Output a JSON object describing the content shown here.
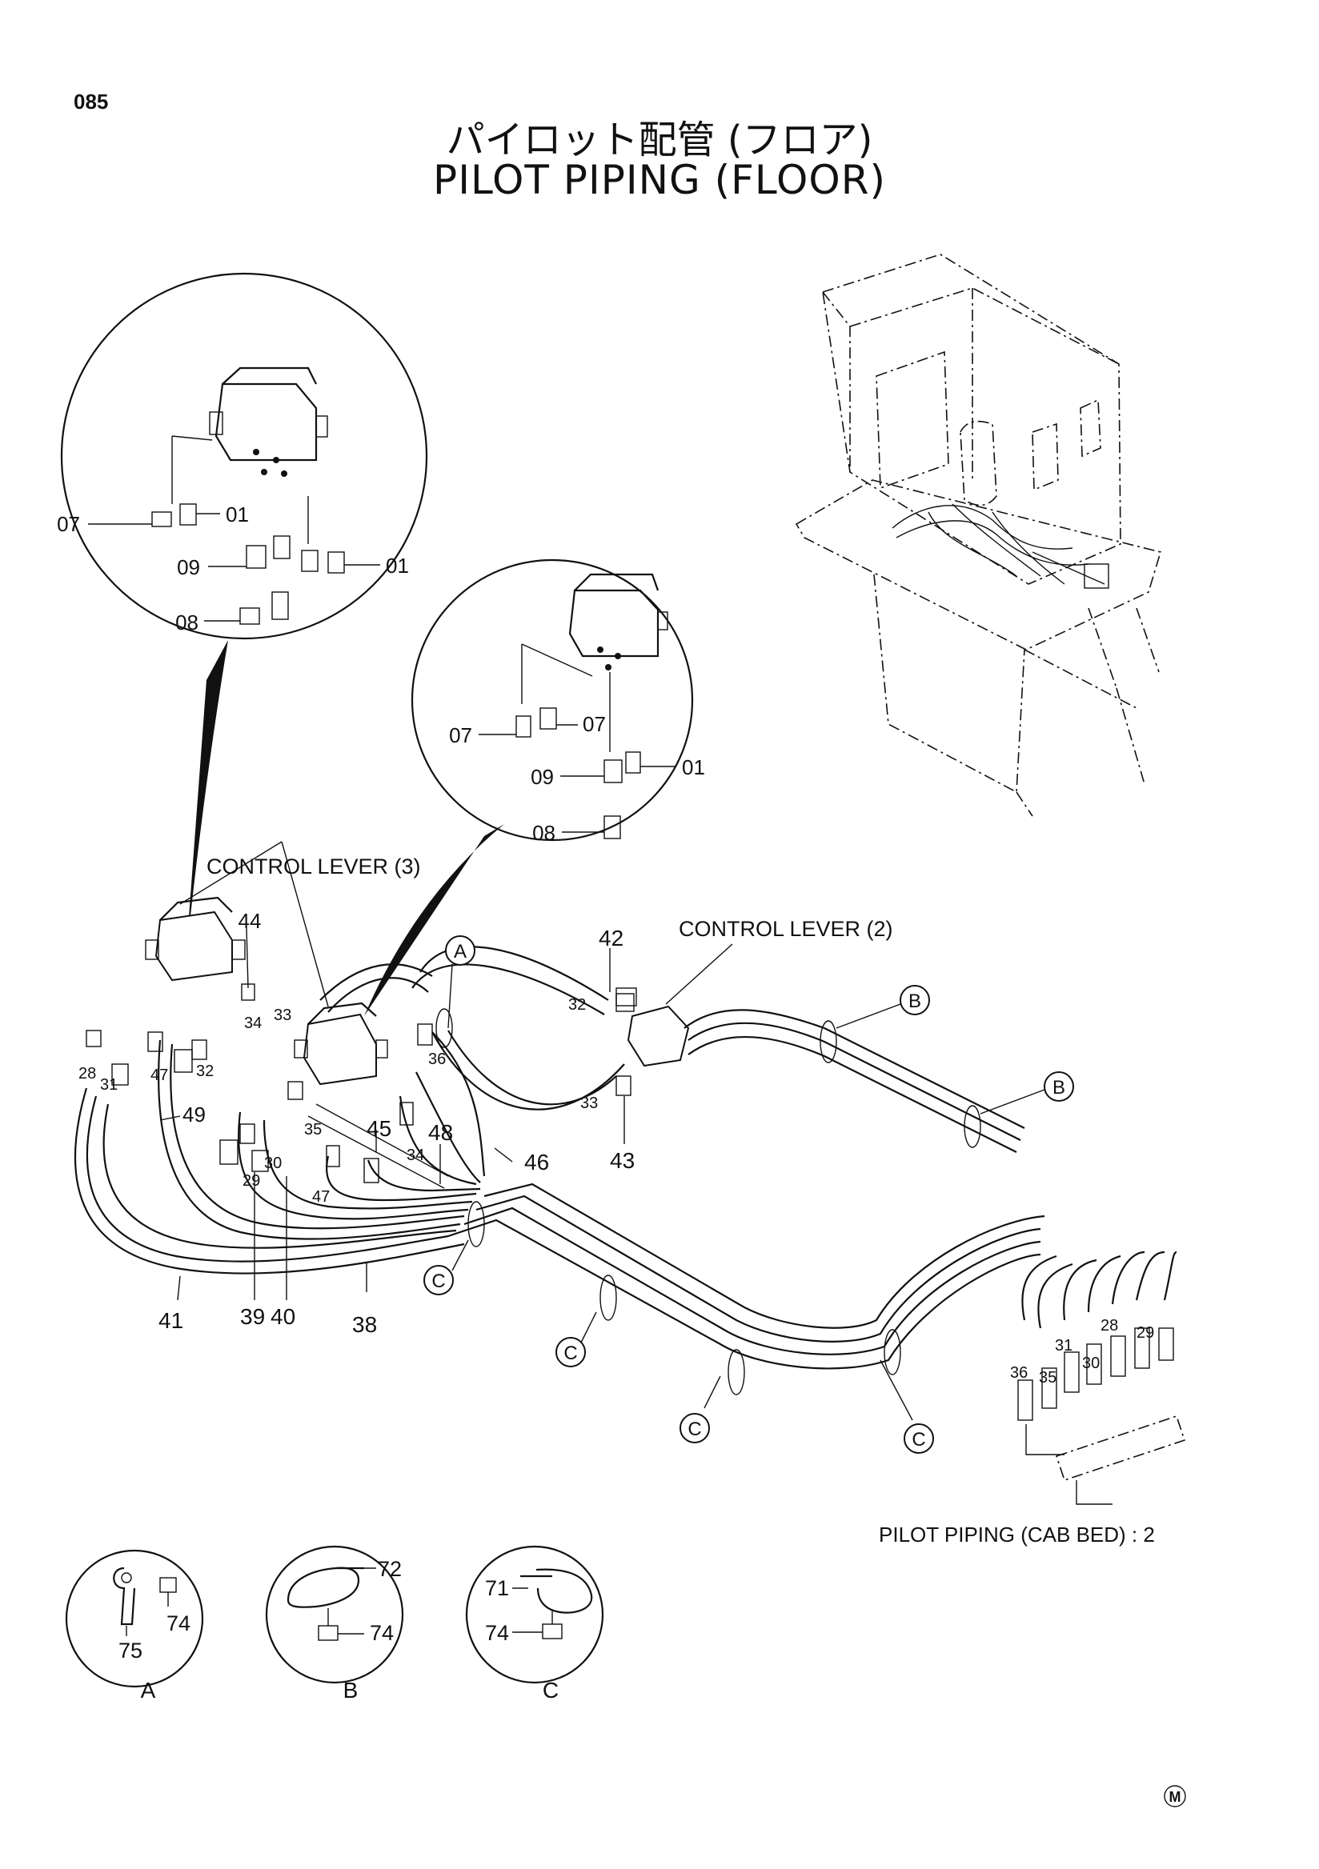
{
  "page_number": "085",
  "title_ja": "パイロット配管 (フロア)",
  "title_en": "PILOT PIPING (FLOOR)",
  "callouts": {
    "control_lever_3": "CONTROL LEVER (3)",
    "control_lever_2": "CONTROL LEVER (2)",
    "cab_bed_ref": "PILOT PIPING (CAB BED) : 2"
  },
  "detail_left": [
    "07",
    "01",
    "09",
    "01",
    "08"
  ],
  "detail_right": [
    "07",
    "07",
    "09",
    "01",
    "08"
  ],
  "main_labels": [
    "44",
    "28",
    "31",
    "47",
    "49",
    "32",
    "34",
    "33",
    "35",
    "29",
    "30",
    "39",
    "40",
    "41",
    "38",
    "47",
    "45",
    "34",
    "48",
    "36",
    "46",
    "42",
    "32",
    "33",
    "43"
  ],
  "bed_labels": [
    "36",
    "35",
    "31",
    "30",
    "28",
    "29"
  ],
  "zone_markers": {
    "A": "A",
    "B": "B",
    "C": "C"
  },
  "inset_a": {
    "tag": "A",
    "parts": [
      "75",
      "74"
    ]
  },
  "inset_b": {
    "tag": "B",
    "parts": [
      "72",
      "74"
    ]
  },
  "inset_c": {
    "tag": "C",
    "parts": [
      "71",
      "74"
    ]
  },
  "corner_mark": "M"
}
